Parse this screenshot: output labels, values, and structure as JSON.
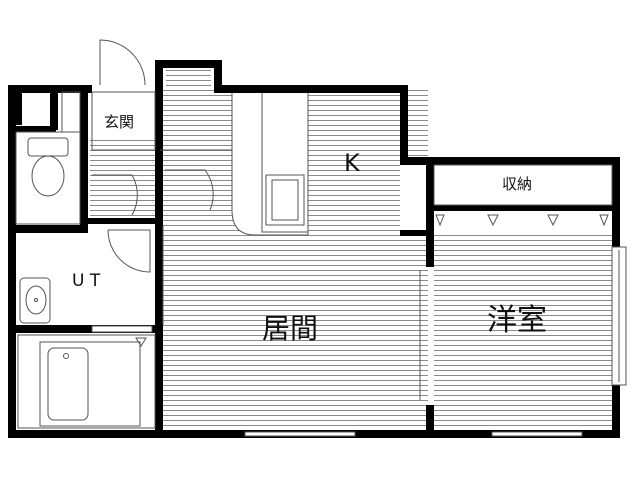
{
  "rooms": {
    "entrance": "玄関",
    "kitchen": "K",
    "storage": "収納",
    "utility": "U T",
    "living": "居間",
    "western_room": "洋室"
  },
  "colors": {
    "wall": "#000000",
    "hatch": "#8a8a8a",
    "line": "#555555"
  }
}
